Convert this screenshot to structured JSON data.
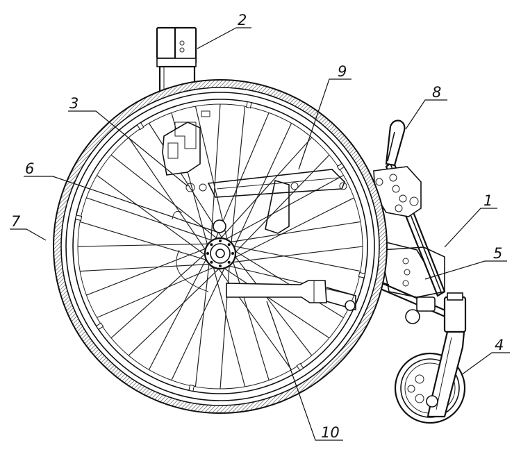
{
  "diagram": {
    "callouts": [
      {
        "id": "1",
        "label": "1"
      },
      {
        "id": "2",
        "label": "2"
      },
      {
        "id": "3",
        "label": "3"
      },
      {
        "id": "4",
        "label": "4"
      },
      {
        "id": "5",
        "label": "5"
      },
      {
        "id": "6",
        "label": "6"
      },
      {
        "id": "7",
        "label": "7"
      },
      {
        "id": "8",
        "label": "8"
      },
      {
        "id": "9",
        "label": "9"
      },
      {
        "id": "10",
        "label": "10"
      }
    ],
    "rear_wheel": {
      "spoke_count": 36
    },
    "colors": {
      "line": "#111111",
      "background": "#ffffff"
    }
  }
}
